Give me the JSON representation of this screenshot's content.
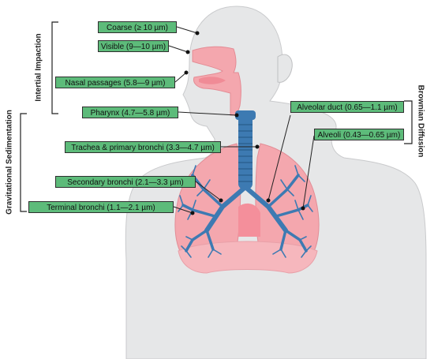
{
  "labels": {
    "coarse": "Coarse (≥ 10 µm)",
    "visible": "Visible (9—10 µm)",
    "nasal": "Nasal passages (5.8—9 µm)",
    "pharynx": "Pharynx (4.7—5.8 µm)",
    "trachea": "Trachea & primary bronchi (3.3—4.7 µm)",
    "secondary": "Secondary bronchi (2.1—3.3 µm)",
    "terminal": "Terminal bronchi (1.1—2.1 µm)",
    "alv_duct": "Alveolar duct (0.65—1.1 µm)",
    "alveoli": "Alveoli (0.43—0.65 µm)"
  },
  "groups": {
    "inertial": "Intertial Impaction",
    "gravitational": "Gravitational Sedimentation",
    "brownian": "Brownian Diffusion"
  },
  "colors": {
    "label_fill": "#5dbb7a",
    "body": "#e6e7e8",
    "lung": "#f4a7ae",
    "airway": "#3d7ab2"
  }
}
